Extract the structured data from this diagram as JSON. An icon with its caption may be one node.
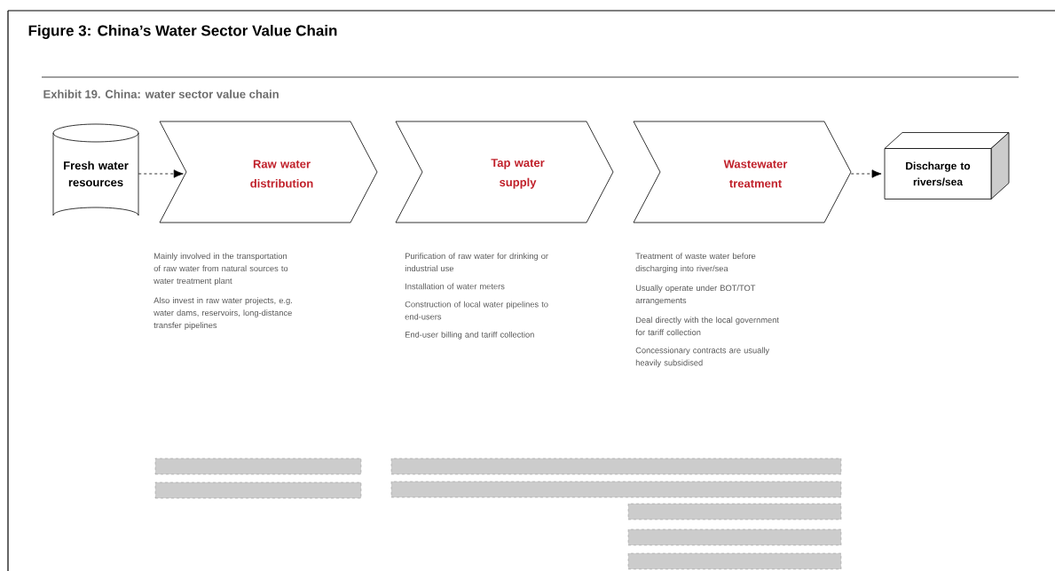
{
  "diagram": {
    "title": "Figure 3: China’s Water Sector Value Chain",
    "nodes": [
      {
        "text": [
          "Fresh water resources"
        ]
      },
      {
        "text": [
          "Raw water distribution"
        ],
        "beside": [
          "Mainly involved in the transportation of raw water from natural sources to water treatment plant",
          "Also invest in raw water projects, e.g. water dams, reservoirs, long-distance transfer pipelines"
        ]
      },
      {
        "text": [
          "Tap water supply"
        ],
        "beside": [
          "Purification of raw water for drinking or industrial use",
          "Installation of water meters",
          "Construction of local water pipelines to end-users",
          "End-user billing and tariff collection"
        ]
      },
      {
        "text": [
          "Wastewater treatment"
        ],
        "beside": [
          "Treatment of waste water before discharging into river/sea",
          "Usually operate under BOT/TOT arrangements",
          "Deal directly with the local government for tariff collection",
          "Concessionary contracts are usually heavily subsidised"
        ]
      },
      {
        "text": [
          "Discharge to rivers/sea"
        ]
      },
      {
        "text": [],
        "shape": "bar"
      },
      {
        "text": [],
        "shape": "bar"
      },
      {
        "text": [],
        "shape": "bar"
      },
      {
        "text": [],
        "shape": "bar"
      },
      {
        "text": [],
        "shape": "bar"
      },
      {
        "text": [],
        "shape": "bar"
      },
      {
        "text": [],
        "shape": "bar"
      }
    ],
    "edges": [
      {
        "from": 0,
        "to": 1,
        "arrow": "to",
        "style": "dashed"
      },
      {
        "from": 3,
        "to": 4,
        "arrow": "to",
        "style": "dashed"
      }
    ],
    "labels": [
      "Exhibit 19. China: water sector value chain"
    ]
  }
}
